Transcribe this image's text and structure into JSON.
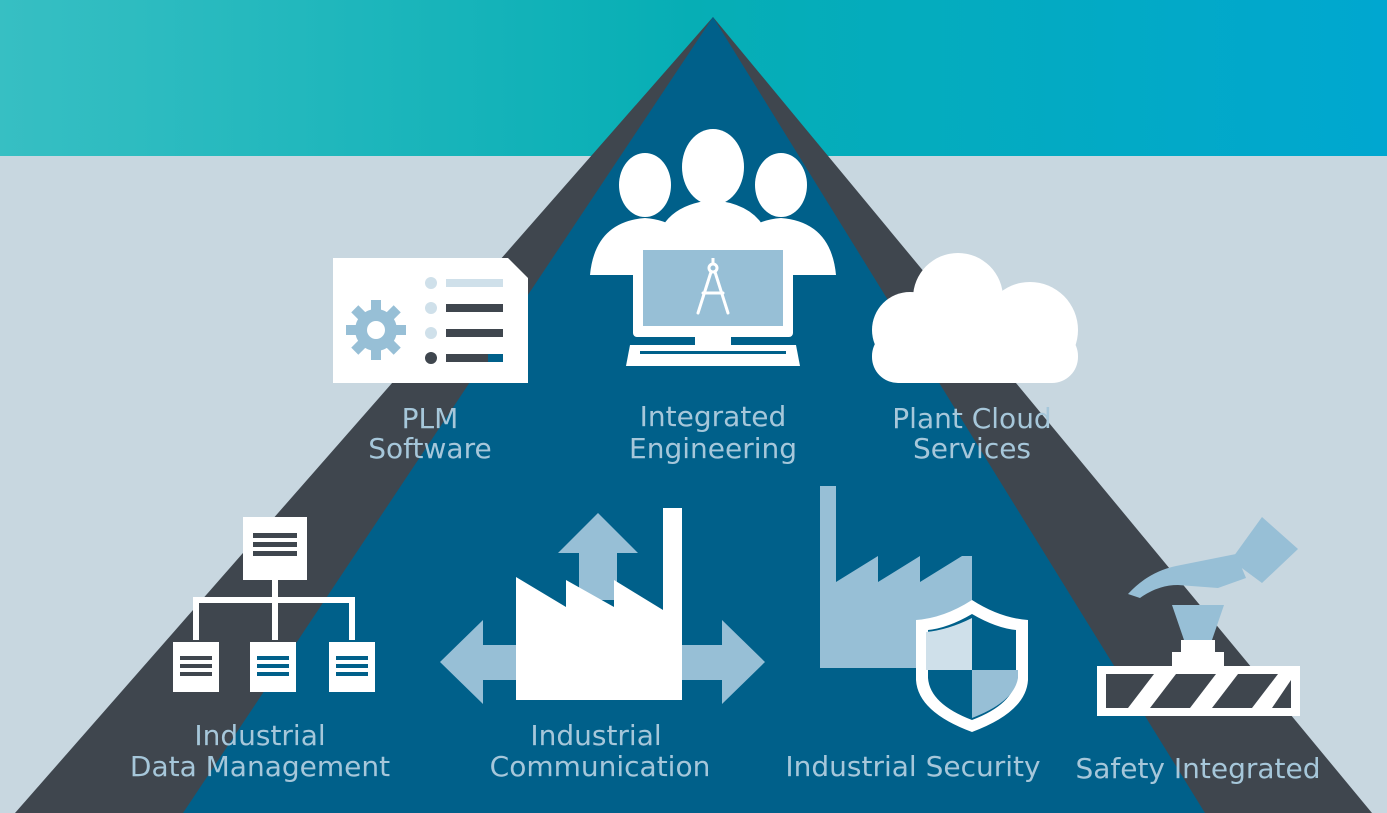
{
  "center": {
    "line1": "Integrated",
    "line2": "Engineering"
  },
  "top_left": {
    "line1": "PLM",
    "line2": "Software"
  },
  "top_right": {
    "line1": "Plant Cloud",
    "line2": "Services"
  },
  "bottom_items": [
    {
      "line1": "Industrial",
      "line2": "Data Management"
    },
    {
      "line1": "Industrial",
      "line2": "Communication"
    },
    {
      "line1": "Industrial Security"
    },
    {
      "line1": "Safety Integrated"
    }
  ],
  "icons": {
    "top_left": "plm-settings-list-icon",
    "center": "team-computer-compass-icon",
    "top_right": "cloud-icon",
    "bottom_1": "data-hierarchy-icon",
    "bottom_2": "factory-communication-arrows-icon",
    "bottom_3": "factory-shield-icon",
    "bottom_4": "hand-emergency-button-icon"
  },
  "colors": {
    "banner_start": "#37bfc3",
    "banner_end": "#00a7d0",
    "background": "#c8d7e0",
    "triangle_outer": "#3f464e",
    "triangle_inner": "#00608a",
    "label": "#a6c7da",
    "icon_light": "#97bfd6",
    "icon_white": "#ffffff"
  }
}
